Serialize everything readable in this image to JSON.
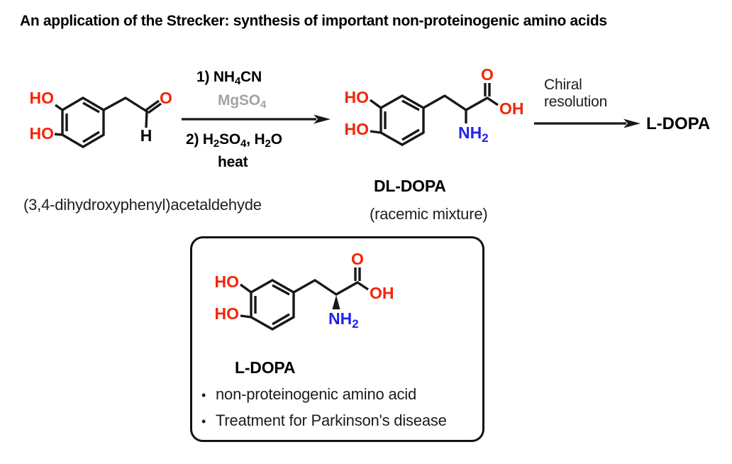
{
  "title": "An application of the Strecker: synthesis of important non-proteinogenic amino acids",
  "palette": {
    "red": "#f42405",
    "blue": "#2222ee",
    "gray": "#a3a3a3",
    "ink": "#181818"
  },
  "scheme": {
    "reactant": {
      "caption": "(3,4-dihydroxyphenyl)acetaldehyde",
      "atoms": {
        "ho_top": "HO",
        "ho_bottom": "HO",
        "carbonyl_o": "O",
        "aldehyde_h": "H"
      }
    },
    "arrow1": {
      "line1_pre": "1) NH",
      "line1_sub": "4",
      "line1_post": "CN",
      "line2": "MgSO",
      "line2_sub": "4",
      "line3_p1": "2) H",
      "line3_s1": "2",
      "line3_p2": "SO",
      "line3_s2": "4",
      "line3_p3": ", H",
      "line3_s3": "2",
      "line3_p4": "O",
      "line4": "heat"
    },
    "product": {
      "name": "DL-DOPA",
      "note": "(racemic mixture)",
      "atoms": {
        "ho_top": "HO",
        "ho_bottom": "HO",
        "carboxyl_o": "O",
        "carboxyl_oh": "OH",
        "amine": "NH",
        "amine_sub": "2"
      }
    },
    "arrow2": {
      "label_line1": "Chiral",
      "label_line2": "resolution"
    },
    "final_product": "L-DOPA"
  },
  "infobox": {
    "molecule_name": "L-DOPA",
    "atoms": {
      "ho_top": "HO",
      "ho_bottom": "HO",
      "carboxyl_o": "O",
      "carboxyl_oh": "OH",
      "amine": "NH",
      "amine_sub": "2"
    },
    "bullets": [
      {
        "marker": "•",
        "text": "non-proteinogenic amino acid"
      },
      {
        "marker": "•",
        "text": "Treatment for Parkinson's disease"
      }
    ]
  }
}
